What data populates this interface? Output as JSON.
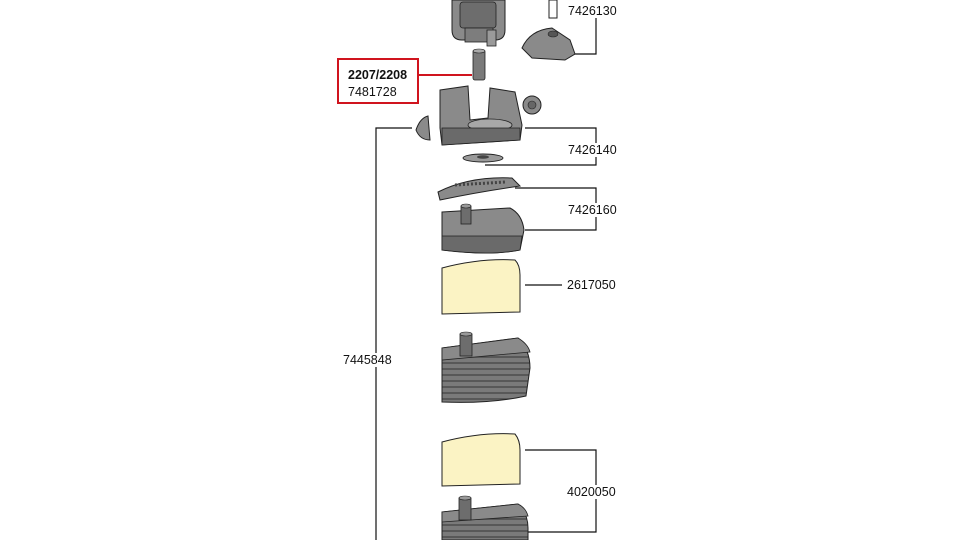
{
  "highlight": {
    "model": "2207/2208",
    "part_number": "7481728",
    "border_color": "#d0141e"
  },
  "labels": {
    "p7426130": "7426130",
    "p7426140": "7426140",
    "p7426160": "7426160",
    "p2617050": "2617050",
    "p7445848": "7445848",
    "p4020050": "4020050"
  },
  "colors": {
    "part_gray": "#8a8a8a",
    "part_dark": "#555555",
    "sponge_yellow": "#fbf3c4",
    "line": "#111111"
  }
}
